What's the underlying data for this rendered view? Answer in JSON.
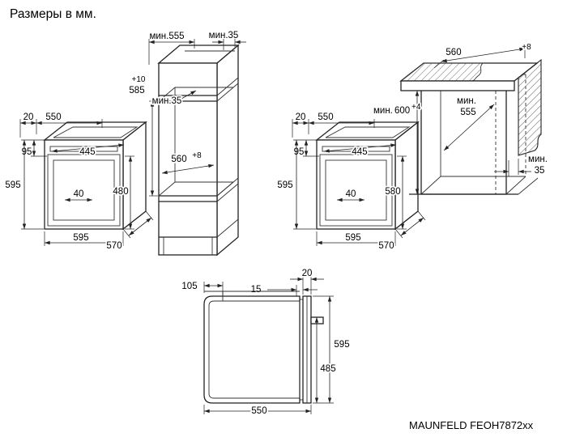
{
  "title": "Размеры в мм.",
  "model": "MAUNFELD FEOH7872xx",
  "oven_left": {
    "top_gap": "20",
    "top_width": "550",
    "upper_height": "95",
    "height": "595",
    "inner_width": "445",
    "door_offset": "40",
    "niche_height": "480",
    "width": "595",
    "depth": "570"
  },
  "oven_right": {
    "top_gap": "20",
    "top_width": "550",
    "upper_height": "95",
    "height": "595",
    "inner_width": "445",
    "door_offset": "40",
    "niche_height": "580",
    "width": "595",
    "depth": "570"
  },
  "column": {
    "min_depth": "мин.555",
    "min_top_gap": "мин.35",
    "height_tol": "+10",
    "niche_height": "585",
    "min_rear_gap": "мин.35",
    "niche_width": "560",
    "width_tol": "+8"
  },
  "worktop": {
    "width": "560",
    "width_tol": "+8",
    "min_label_height": "мин.",
    "height": "600",
    "height_tol": "+4",
    "min_label_depth": "мин.",
    "depth": "555",
    "min_label_gap": "мин.",
    "gap": "35"
  },
  "section": {
    "vent_depth": "105",
    "front_gap": "15",
    "door_thickness": "20",
    "height": "595",
    "inner_height": "485",
    "depth": "550"
  }
}
